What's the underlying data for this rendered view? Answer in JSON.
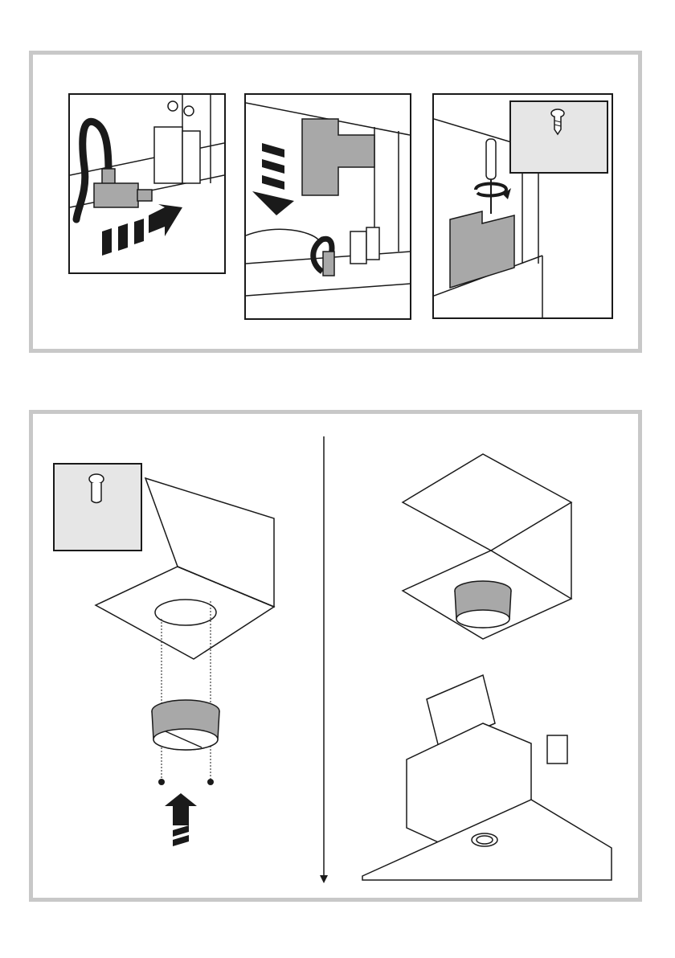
{
  "figure": {
    "panels": [
      {
        "id": "top",
        "steps": 3,
        "content": "wiring-connector-and-cover-installation"
      },
      {
        "id": "bottom",
        "steps": 2,
        "content": "air-outlet-flange-mounting"
      }
    ]
  },
  "icons": {
    "step1": [
      "power-cable-icon",
      "connector-plug-icon",
      "push-arrow-icon"
    ],
    "step2": [
      "cover-box-icon",
      "down-arrow-icon"
    ],
    "step3": [
      "screwdriver-icon",
      "rotate-icon",
      "screw-icon"
    ],
    "bottom_left": [
      "screw-icon",
      "mounting-plate-icon",
      "flange-icon",
      "up-arrow-icon"
    ],
    "bottom_right": [
      "mounting-plate-icon",
      "flange-icon",
      "hood-body-icon",
      "sequence-arrow-icon"
    ]
  },
  "colors": {
    "panel_border": "#c8c8c8",
    "line": "#1a1a1a",
    "inset_fill": "#e6e6e6",
    "component_fill": "#a8a8a8"
  }
}
